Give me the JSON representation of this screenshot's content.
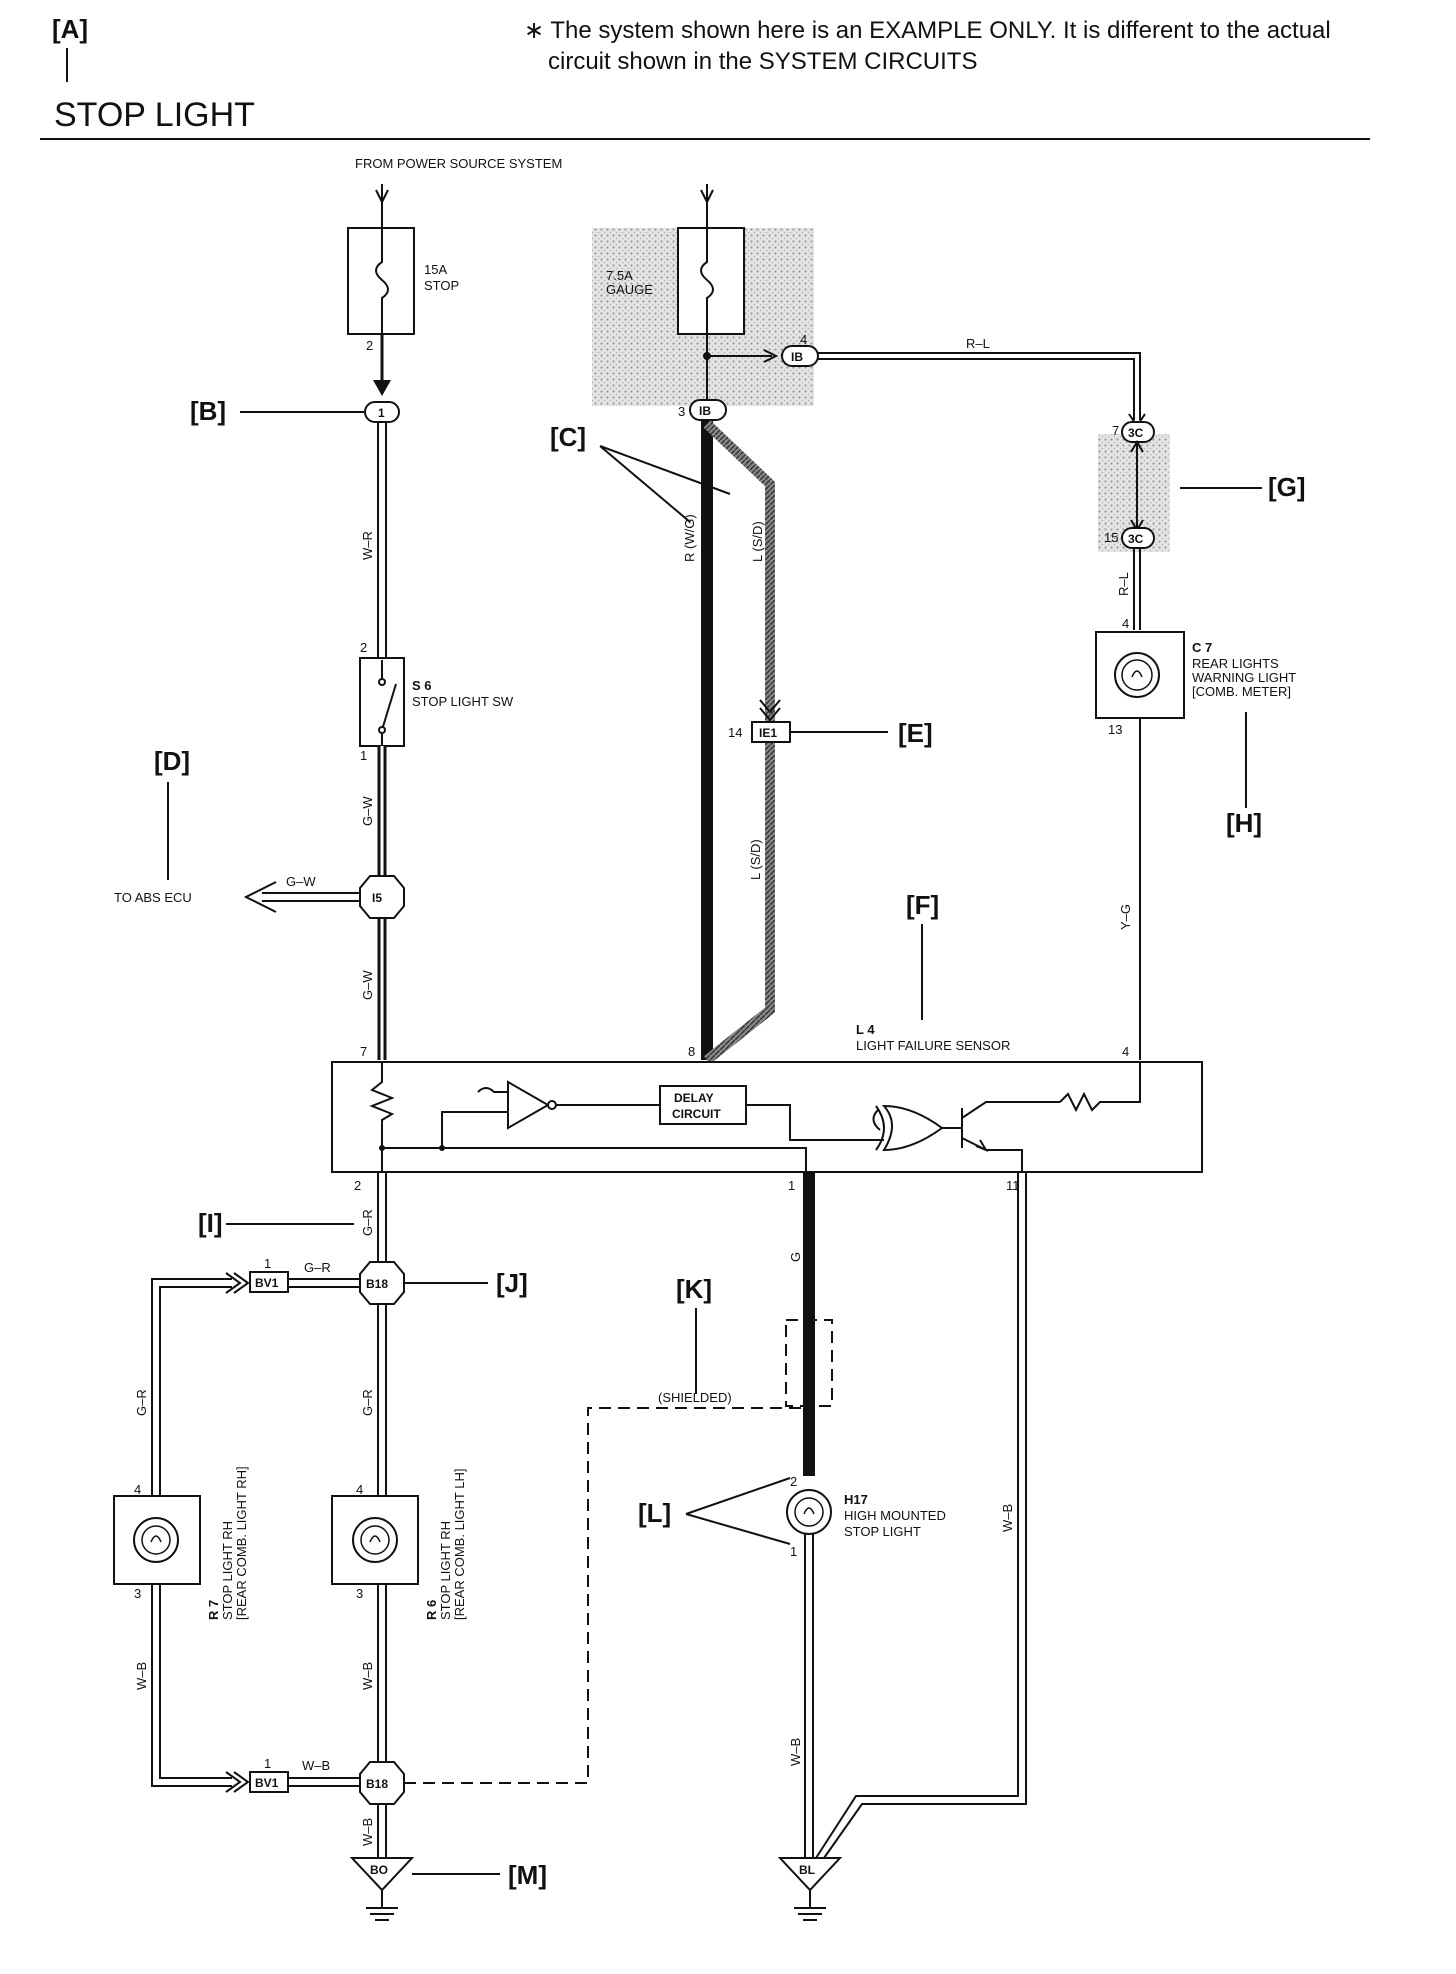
{
  "header": {
    "tag_a": "[A]",
    "title": "STOP LIGHT",
    "note_line1": "∗ The system shown here is an EXAMPLE ONLY. It is different to the actual",
    "note_line2": "circuit shown in the SYSTEM CIRCUITS"
  },
  "power_source": "FROM POWER SOURCE SYSTEM",
  "callouts": {
    "b": "[B]",
    "c": "[C]",
    "d": "[D]",
    "e": "[E]",
    "f": "[F]",
    "g": "[G]",
    "h": "[H]",
    "i": "[I]",
    "j": "[J]",
    "k": "[K]",
    "l": "[L]",
    "m": "[M]"
  },
  "fuses": {
    "stop": {
      "rating": "15A",
      "name": "STOP",
      "pin": "2"
    },
    "gauge": {
      "rating": "7.5A",
      "name": "GAUGE"
    }
  },
  "connectors": {
    "c1": "1",
    "ib_top": "IB",
    "ib_top_pin": "4",
    "ib_left": "IB",
    "ib_left_pin": "3",
    "3c_top": "3C",
    "3c_top_pin": "7",
    "3c_bottom": "3C",
    "3c_bottom_pin": "15",
    "ie1": "IE1",
    "ie1_pin": "14",
    "i5": "I5",
    "bv1_top": "BV1",
    "bv1_top_pin": "1",
    "b18_top": "B18",
    "bv1_bottom": "BV1",
    "bv1_bottom_pin": "1",
    "b18_bottom": "B18",
    "bo": "BO",
    "bl": "BL"
  },
  "components": {
    "s6": {
      "code": "S 6",
      "name": "STOP LIGHT SW",
      "pin_top": "2",
      "pin_bottom": "1"
    },
    "c7": {
      "code": "C 7",
      "line1": "REAR LIGHTS",
      "line2": "WARNING LIGHT",
      "line3": "[COMB. METER]",
      "pin_top": "4",
      "pin_bottom": "13"
    },
    "l4": {
      "code": "L 4",
      "name": "LIGHT FAILURE SENSOR",
      "pin7": "7",
      "pin8": "8",
      "pin4": "4",
      "pin2": "2",
      "pin1": "1",
      "pin11": "11",
      "delay1": "DELAY",
      "delay2": "CIRCUIT"
    },
    "r7": {
      "code": "R 7",
      "line1": "STOP LIGHT RH",
      "line2": "[REAR COMB. LIGHT RH]",
      "pin_top": "4",
      "pin_bottom": "3"
    },
    "r6": {
      "code": "R 6",
      "line1": "STOP LIGHT RH",
      "line2": "[REAR COMB. LIGHT LH]",
      "pin_top": "4",
      "pin_bottom": "3"
    },
    "h17": {
      "code": "H17",
      "line1": "HIGH MOUNTED",
      "line2": "STOP LIGHT",
      "pin_top": "2",
      "pin_bottom": "1"
    }
  },
  "to_abs": "TO ABS ECU",
  "shielded": "(SHIELDED)",
  "wires": {
    "w_r": "W–R",
    "r_l_top": "R–L",
    "r_l_side": "R–L",
    "r_wg": "R (W/G)",
    "l_sd_1": "L (S/D)",
    "l_sd_2": "L (S/D)",
    "g_w_1": "G–W",
    "g_w_abs": "G–W",
    "g_w_2": "G–W",
    "y_g": "Y–G",
    "g_r_1": "G–R",
    "g_r_2": "G–R",
    "g_r_3": "G–R",
    "g_r_4": "G–R",
    "g": "G",
    "w_b_1": "W–B",
    "w_b_2": "W–B",
    "w_b_3": "W–B",
    "w_b_4": "W–B",
    "w_b_5": "W–B",
    "w_b_6": "W–B"
  }
}
